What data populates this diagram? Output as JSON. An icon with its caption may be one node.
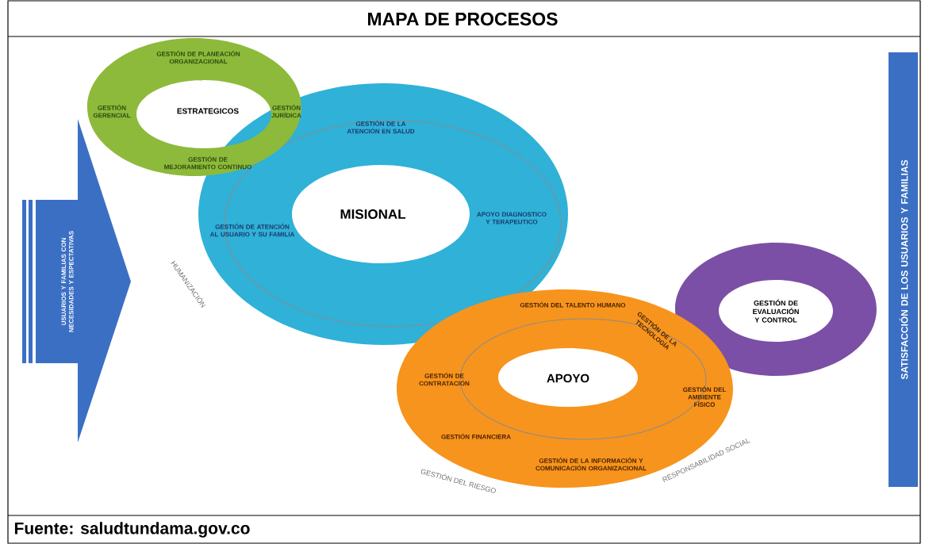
{
  "diagram": {
    "title": "MAPA DE PROCESOS",
    "caption": "Fuente: saludtundama.gov.co",
    "nodes": [
      {
        "text": [
          "USUARIOS Y FAMILIAS CON NECESIDADES Y ESPECTATIVAS"
        ]
      },
      {
        "text": [
          "GESTIÓN DE PLANEACIÓN ORGANIZACIONAL",
          "GESTIÓN GERENCIAL",
          "ESTRATEGICOS",
          "GESTIÓN JURÍDICA",
          "GESTIÓN DE MEJORAMIENTO CONTINUO"
        ]
      },
      {
        "text": [
          "GESTIÓN DE LA ATENCIÓN EN SALUD",
          "GESTIÓN DE ATENCIÓN AL USUARIO Y SU FAMILIA",
          "MISIONAL",
          "APOYO DIAGNOSTICO Y TERAPEUTICO"
        ]
      },
      {
        "text": [
          "GESTIÓN DEL TALENTO HUMANO",
          "GESTIÓN DE LA TECNOLOGÍA",
          "GESTIÓN DE CONTRATACIÓN",
          "APOYO",
          "GESTIÓN DEL AMBIENTE FÍSICO",
          "GESTIÓN FINANCIERA",
          "GESTIÓN DE LA INFORMACIÓN Y COMUNICACIÓN ORGANIZACIONAL"
        ]
      },
      {
        "text": [
          "GESTIÓN DE EVALUACIÓN Y CONTROL"
        ]
      },
      {
        "text": [
          "SATISFACCIÓN DE LOS USUARIOS Y FAMILIAS"
        ]
      }
    ],
    "labels": [
      "HUMANIZACIÓN",
      "GESTIÓN DEL RIESGO",
      "RESPONSABILIDAD SOCIAL"
    ]
  }
}
